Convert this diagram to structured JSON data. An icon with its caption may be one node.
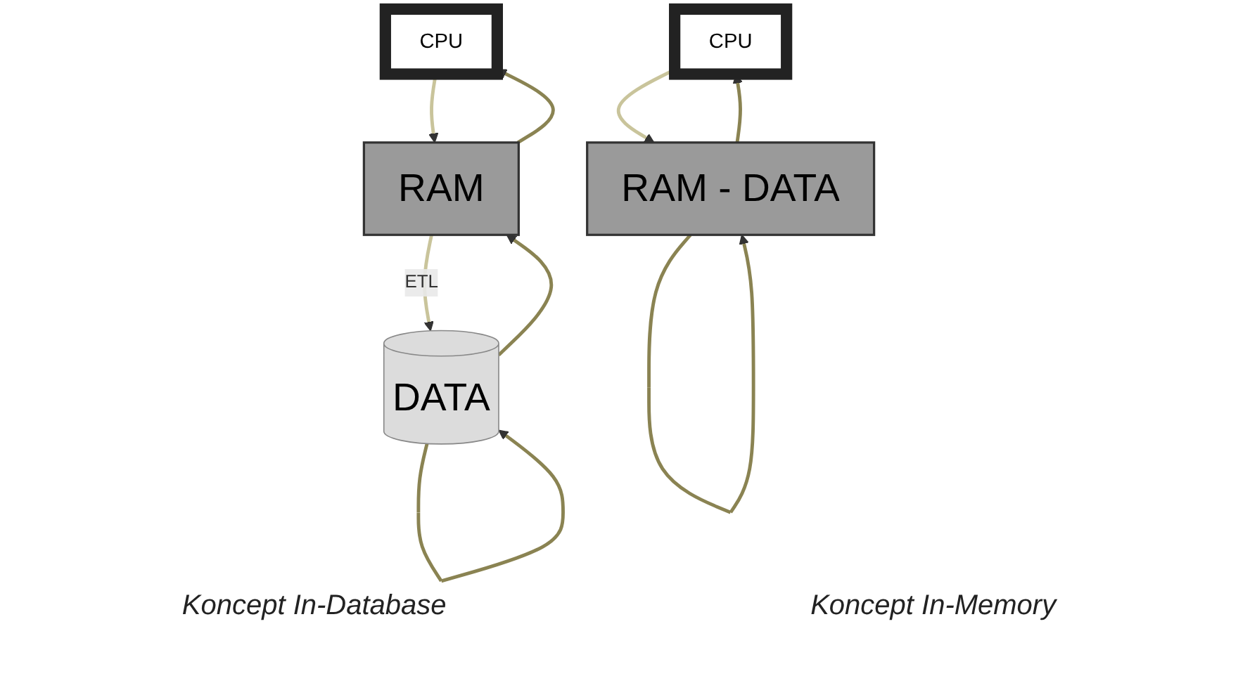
{
  "diagram": {
    "nodes": [
      {
        "text": [
          "CPU"
        ]
      },
      {
        "text": [
          "RAM"
        ]
      },
      {
        "text": [
          "DATA"
        ]
      },
      {
        "text": [
          "CPU"
        ]
      },
      {
        "text": [
          "RAM - DATA"
        ]
      }
    ],
    "edges": [
      {
        "from": 0,
        "to": 1,
        "arrow": "to",
        "color": "#c9c49b"
      },
      {
        "from": 1,
        "to": 0,
        "arrow": "to",
        "color": "#8a8352"
      },
      {
        "from": 1,
        "to": 2,
        "arrow": "to",
        "label": "ETL",
        "color": "#c9c49b"
      },
      {
        "from": 2,
        "to": 1,
        "arrow": "to",
        "color": "#8a8352"
      },
      {
        "from": 2,
        "to": 2,
        "arrow": "to",
        "color": "#8a8352"
      },
      {
        "from": 3,
        "to": 4,
        "arrow": "to",
        "color": "#c9c49b"
      },
      {
        "from": 4,
        "to": 3,
        "arrow": "to",
        "color": "#8a8352"
      },
      {
        "from": 4,
        "to": 4,
        "arrow": "to",
        "color": "#8a8352"
      }
    ],
    "labels": [
      "Koncept In-Database",
      "Koncept In-Memory"
    ]
  }
}
